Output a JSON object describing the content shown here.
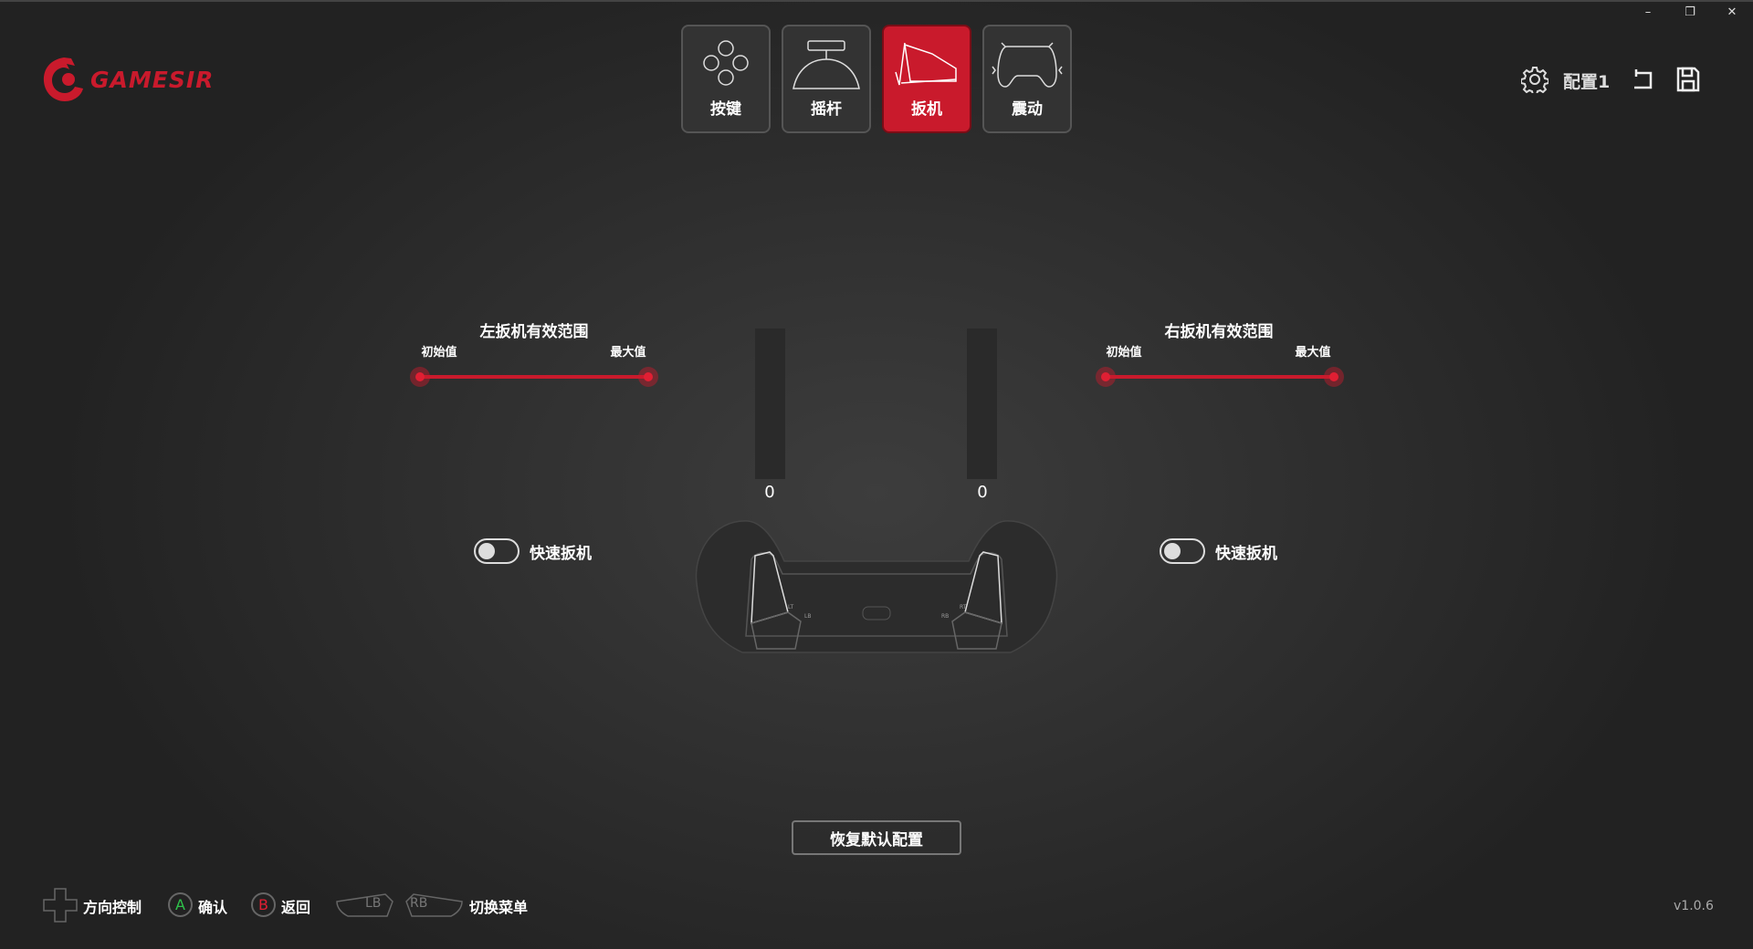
{
  "brand": {
    "name": "GAMESIR",
    "color": "#c91a2c"
  },
  "window": {
    "minimize": "–",
    "restore": "❐",
    "close": "✕"
  },
  "tabs": [
    {
      "label": "按键",
      "icon": "buttons-icon",
      "active": false
    },
    {
      "label": "摇杆",
      "icon": "joystick-icon",
      "active": false
    },
    {
      "label": "扳机",
      "icon": "trigger-icon",
      "active": true
    },
    {
      "label": "震动",
      "icon": "vibration-icon",
      "active": false
    }
  ],
  "header": {
    "profile": "配置1",
    "settings_icon": "gear-icon",
    "undo_icon": "undo-icon",
    "save_icon": "save-icon"
  },
  "left": {
    "title": "左扳机有效范围",
    "min_label": "初始值",
    "max_label": "最大值",
    "range_start": 0,
    "range_end": 100,
    "value": "0",
    "quick_label": "快速扳机",
    "quick_on": false
  },
  "right": {
    "title": "右扳机有效范围",
    "min_label": "初始值",
    "max_label": "最大值",
    "range_start": 0,
    "range_end": 100,
    "value": "0",
    "quick_label": "快速扳机",
    "quick_on": false
  },
  "reset_label": "恢复默认配置",
  "hints": {
    "dpad": "方向控制",
    "a_key": "A",
    "a": "确认",
    "b_key": "B",
    "b": "返回",
    "lb": "LB",
    "rb": "RB",
    "switch": "切换菜单"
  },
  "controller_labels": {
    "lt": "LT",
    "lb": "LB",
    "rt": "RT",
    "rb": "RB"
  },
  "version": "v1.0.6"
}
